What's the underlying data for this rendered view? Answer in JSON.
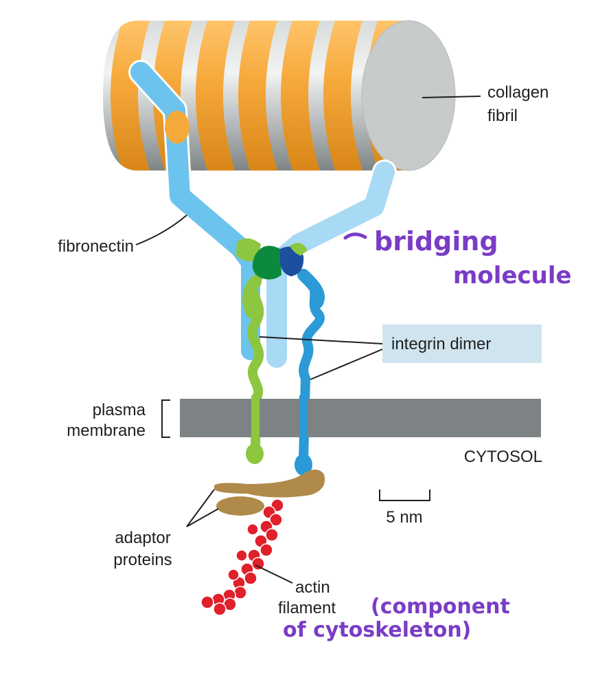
{
  "labels": {
    "collagen": [
      "collagen",
      "fibril"
    ],
    "fibronectin": "fibronectin",
    "integrin": "integrin dimer",
    "plasma_membrane": [
      "plasma",
      "membrane"
    ],
    "cytosol": "CYTOSOL",
    "scale": "5 nm",
    "adaptor": [
      "adaptor",
      "proteins"
    ],
    "actin": [
      "actin",
      "filament"
    ]
  },
  "annotations": {
    "bridging": [
      "bridging",
      "molecule"
    ],
    "component": [
      "(component",
      "of cytoskeleton)"
    ]
  },
  "colors": {
    "collagen_orange": "#f6a93b",
    "collagen_gray": "#a9adad",
    "fibronectin": "#6cc3ee",
    "fibronectin_light": "#a8d9f5",
    "integrin_green": "#8dc63f",
    "integrin_dark_green": "#0b8a3e",
    "integrin_blue": "#2b9ad6",
    "integrin_dark_blue": "#1c4fa0",
    "membrane": "#7d8384",
    "adaptor": "#b08a4a",
    "actin": "#e0202a",
    "integrin_box": "#cfe4ee",
    "handwriting": "#7a3cc6"
  }
}
